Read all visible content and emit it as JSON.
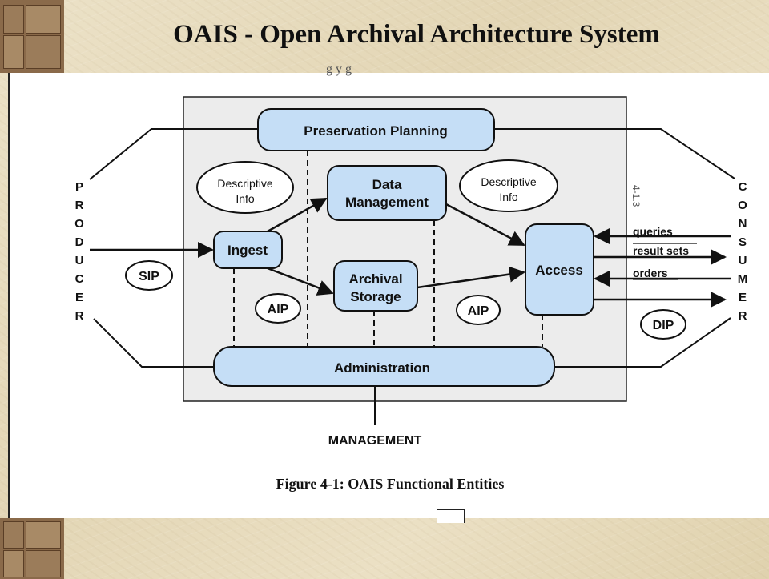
{
  "header": {
    "title": "OAIS - Open Archival Architecture System"
  },
  "figure": {
    "caption": "Figure 4-1: OAIS Functional Entities",
    "clipped_text": "g y g",
    "side_note": "4-1.3",
    "producer_letters": [
      "P",
      "R",
      "O",
      "D",
      "U",
      "C",
      "E",
      "R"
    ],
    "consumer_letters": [
      "C",
      "O",
      "N",
      "S",
      "U",
      "M",
      "E",
      "R"
    ],
    "boxes": {
      "preservation_planning": "Preservation Planning",
      "data_management_line1": "Data",
      "data_management_line2": "Management",
      "ingest": "Ingest",
      "archival_storage_line1": "Archival",
      "archival_storage_line2": "Storage",
      "access": "Access",
      "administration": "Administration"
    },
    "ovals": {
      "descriptive_info_left_line1": "Descriptive",
      "descriptive_info_left_line2": "Info",
      "descriptive_info_right_line1": "Descriptive",
      "descriptive_info_right_line2": "Info",
      "sip": "SIP",
      "aip_left": "AIP",
      "aip_right": "AIP",
      "dip": "DIP"
    },
    "flows": {
      "queries": "queries",
      "result_sets": "result sets",
      "orders": "orders"
    },
    "management": "MANAGEMENT"
  },
  "colors": {
    "box_fill": "#c5def6",
    "panel_fill": "#ececec",
    "background": "#e8dcc0",
    "tile": "#8a6a4a"
  }
}
